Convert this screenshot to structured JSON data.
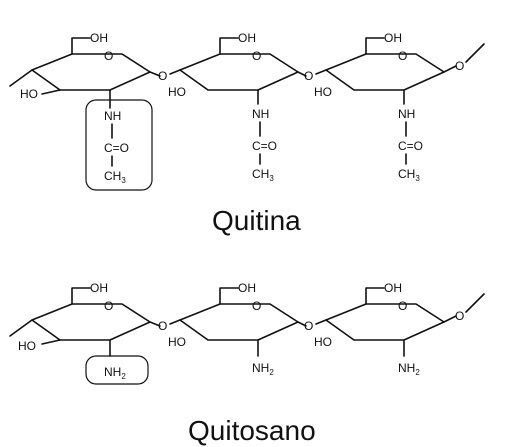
{
  "diagram": {
    "structures": [
      {
        "name": "Quitina",
        "units": [
          {
            "ch2oh": "OH",
            "ho": "HO",
            "n_label": "NH",
            "carbonyl": "C=O",
            "methyl": "CH",
            "methyl_sub": "3",
            "boxed": true
          },
          {
            "ch2oh": "OH",
            "ho": "HO",
            "n_label": "NH",
            "carbonyl": "C=O",
            "methyl": "CH",
            "methyl_sub": "3",
            "boxed": false
          },
          {
            "ch2oh": "OH",
            "ho": "HO",
            "n_label": "NH",
            "carbonyl": "C=O",
            "methyl": "CH",
            "methyl_sub": "3",
            "boxed": false
          }
        ],
        "linker": "O"
      },
      {
        "name": "Quitosano",
        "units": [
          {
            "ch2oh": "OH",
            "ho": "HO",
            "n_label": "NH",
            "n_sub": "2",
            "boxed": true
          },
          {
            "ch2oh": "OH",
            "ho": "HO",
            "n_label": "NH",
            "n_sub": "2",
            "boxed": false
          },
          {
            "ch2oh": "OH",
            "ho": "HO",
            "n_label": "NH",
            "n_sub": "2",
            "boxed": false
          }
        ],
        "linker": "O"
      }
    ]
  }
}
